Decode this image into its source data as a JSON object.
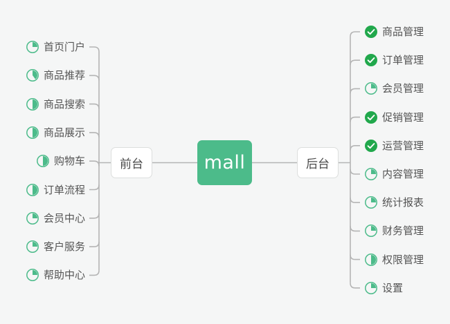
{
  "diagram": {
    "title": "mall",
    "background_color": "#f5f6f6",
    "accent_color": "#4cbb8a",
    "check_color": "#21a84c",
    "line_color": "#b4b4b4",
    "text_color": "#545454",
    "root": {
      "label": "mall",
      "fill": "#4cbb8a",
      "text_color": "#ffffff"
    },
    "branches": [
      {
        "name": "frontend",
        "label": "前台",
        "side": "left"
      },
      {
        "name": "backend",
        "label": "后台",
        "side": "right"
      }
    ],
    "left_items": [
      {
        "label": "首页门户",
        "icon": "pie-icon",
        "progress": 25
      },
      {
        "label": "商品推荐",
        "icon": "pie-icon",
        "progress": 40
      },
      {
        "label": "商品搜索",
        "icon": "pie-icon",
        "progress": 50
      },
      {
        "label": "商品展示",
        "icon": "pie-icon",
        "progress": 50
      },
      {
        "label": "购物车",
        "icon": "pie-icon",
        "progress": 50
      },
      {
        "label": "订单流程",
        "icon": "pie-icon",
        "progress": 50
      },
      {
        "label": "会员中心",
        "icon": "pie-icon",
        "progress": 25
      },
      {
        "label": "客户服务",
        "icon": "pie-icon",
        "progress": 25
      },
      {
        "label": "帮助中心",
        "icon": "pie-icon",
        "progress": 25
      }
    ],
    "right_items": [
      {
        "label": "商品管理",
        "icon": "check-circle-icon",
        "progress": 100
      },
      {
        "label": "订单管理",
        "icon": "check-circle-icon",
        "progress": 100
      },
      {
        "label": "会员管理",
        "icon": "pie-icon",
        "progress": 25
      },
      {
        "label": "促销管理",
        "icon": "check-circle-icon",
        "progress": 100
      },
      {
        "label": "运营管理",
        "icon": "check-circle-icon",
        "progress": 100
      },
      {
        "label": "内容管理",
        "icon": "pie-icon",
        "progress": 25
      },
      {
        "label": "统计报表",
        "icon": "pie-icon",
        "progress": 25
      },
      {
        "label": "财务管理",
        "icon": "pie-icon",
        "progress": 25
      },
      {
        "label": "权限管理",
        "icon": "pie-icon",
        "progress": 50
      },
      {
        "label": "设置",
        "icon": "pie-icon",
        "progress": 25
      }
    ]
  }
}
